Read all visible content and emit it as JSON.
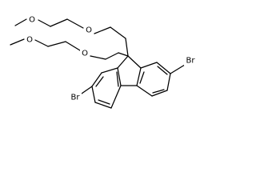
{
  "structure": {
    "atoms": {
      "o1": "O",
      "o2": "O",
      "o3": "O",
      "o4": "O",
      "br1": "Br",
      "br2": "Br"
    },
    "colors": {
      "ink": "#000000",
      "background": "#ffffff"
    }
  }
}
